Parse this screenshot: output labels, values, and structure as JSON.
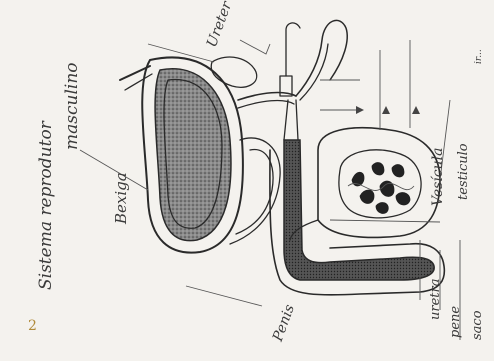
{
  "title": {
    "line1": "Sistema reprodutor",
    "line2": "masculino"
  },
  "labels": {
    "bexiga": "Bexiga",
    "ureter": "Ureter",
    "vesicula": "Vesícula",
    "penis": "Penis",
    "uretra": "uretra",
    "pene": "pene",
    "testiculo": "testiculo",
    "saco": "saco",
    "page_number": "2",
    "margin_note": "ir..."
  },
  "colors": {
    "ink": "#2a2a2a",
    "paper": "#f4f2ee",
    "shading": "#5a5a5a"
  }
}
